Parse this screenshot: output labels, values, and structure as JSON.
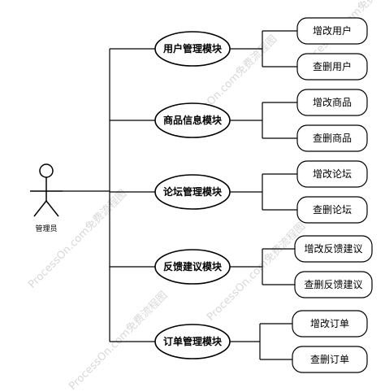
{
  "watermark": "ProcessOn.com免费流程图",
  "actor": {
    "label": "管理员"
  },
  "modules": [
    {
      "label": "用户管理模块",
      "children": [
        "增改用户",
        "查删用户"
      ]
    },
    {
      "label": "商品信息模块",
      "children": [
        "增改商品",
        "查删商品"
      ]
    },
    {
      "label": "论坛管理模块",
      "children": [
        "增改论坛",
        "查删论坛"
      ]
    },
    {
      "label": "反馈建议模块",
      "children": [
        "增改反馈建议",
        "查删反馈建议"
      ]
    },
    {
      "label": "订单管理模块",
      "children": [
        "增改订单",
        "查删订单"
      ]
    }
  ]
}
